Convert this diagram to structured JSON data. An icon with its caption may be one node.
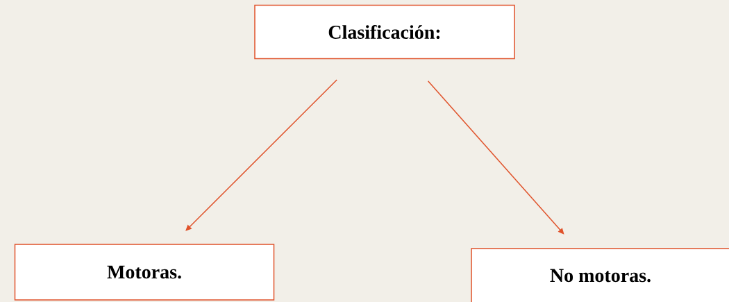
{
  "diagram": {
    "nodes": [
      {
        "text": [
          "Clasificación:"
        ]
      },
      {
        "text": [
          "Motoras."
        ]
      },
      {
        "text": [
          "No motoras."
        ]
      }
    ],
    "edges": [
      {
        "from": 0,
        "to": 1,
        "arrow": "to"
      },
      {
        "from": 0,
        "to": 2,
        "arrow": "to"
      }
    ]
  }
}
